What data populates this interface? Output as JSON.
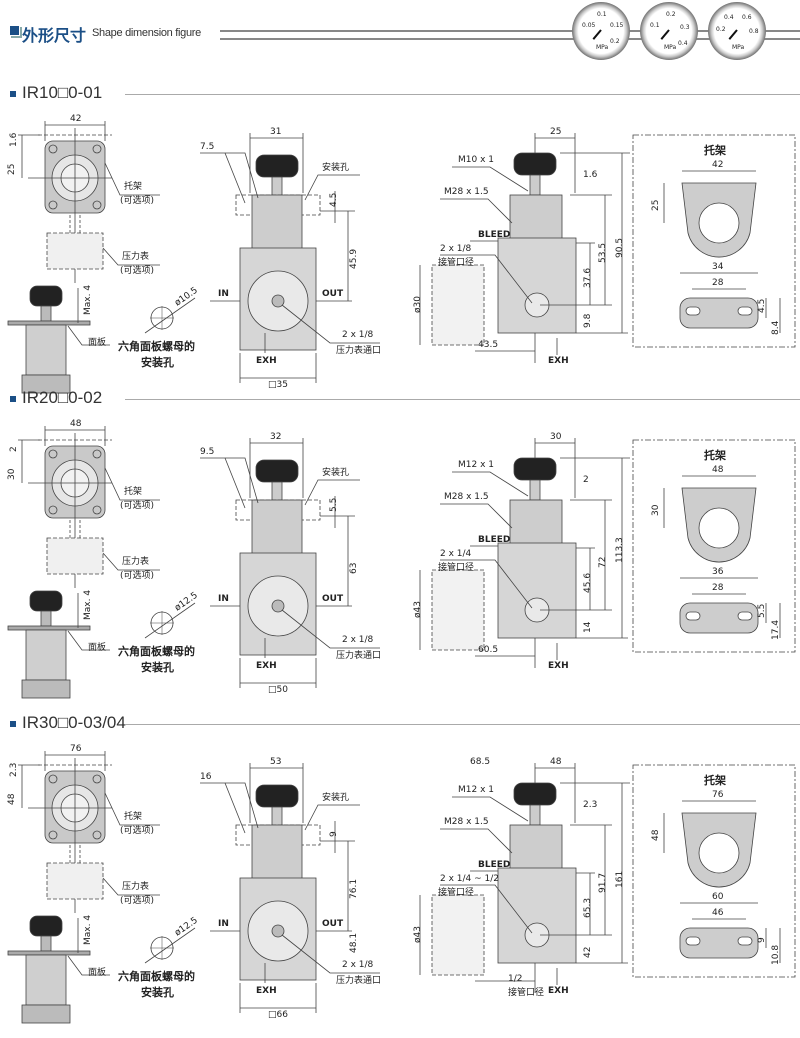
{
  "header": {
    "title_cn": "外形尺寸",
    "title_en": "Shape dimension figure"
  },
  "gauges": [
    {
      "labels": [
        "0.1",
        "0.05",
        "0.15",
        "0.2"
      ],
      "unit": "MPa"
    },
    {
      "labels": [
        "0.2",
        "0.1",
        "0.3",
        "0.4"
      ],
      "unit": "MPa"
    },
    {
      "labels": [
        "0.4",
        "0.6",
        "0.2",
        "0.8"
      ],
      "unit": "MPa"
    }
  ],
  "sections": [
    {
      "title": "IR10□0-01",
      "top": {
        "w": "42",
        "h1": "1.6",
        "h2": "25",
        "bracket": "托架",
        "bracket_opt": "(可选项)",
        "gauge": "压力表",
        "gauge_opt": "(可选项)"
      },
      "panel": {
        "max": "Max. 4",
        "plate": "面板"
      },
      "hole": {
        "dia": "ø10.5",
        "label1": "六角面板螺母的",
        "label2": "安装孔"
      },
      "front": {
        "w": "31",
        "a": "7.5",
        "hole": "安装孔",
        "b": "4.5",
        "h": "45.9",
        "in": "IN",
        "out": "OUT",
        "exh": "EXH",
        "port": "2 x 1/8",
        "port_label": "压力表通口",
        "sq": "□35"
      },
      "side": {
        "thread1": "M10 x 1",
        "w": "25",
        "gap": "1.6",
        "thread2": "M28 x 1.5",
        "bleed": "BLEED",
        "port": "2 x 1/8",
        "port_label": "接管口径",
        "gauge": "ø30",
        "h3": "90.5",
        "h2": "53.5",
        "h1": "37.6",
        "b": "9.8",
        "off": "43.5",
        "exh": "EXH"
      },
      "bracket": {
        "title": "托架",
        "w": "42",
        "h": "25",
        "w2": "34",
        "w3": "28",
        "h2": "4.5",
        "h3": "8.4"
      }
    },
    {
      "title": "IR20□0-02",
      "top": {
        "w": "48",
        "h1": "2",
        "h2": "30",
        "bracket": "托架",
        "bracket_opt": "(可选项)",
        "gauge": "压力表",
        "gauge_opt": "(可选项)"
      },
      "panel": {
        "max": "Max. 4",
        "plate": "面板"
      },
      "hole": {
        "dia": "ø12.5",
        "label1": "六角面板螺母的",
        "label2": "安装孔"
      },
      "front": {
        "w": "32",
        "a": "9.5",
        "hole": "安装孔",
        "b": "5.5",
        "h": "63",
        "in": "IN",
        "out": "OUT",
        "exh": "EXH",
        "port": "2 x 1/8",
        "port_label": "压力表通口",
        "sq": "□50"
      },
      "side": {
        "thread1": "M12 x 1",
        "w": "30",
        "gap": "2",
        "thread2": "M28 x 1.5",
        "bleed": "BLEED",
        "port": "2 x 1/4",
        "port_label": "接管口径",
        "gauge": "ø43",
        "h3": "113.3",
        "h2": "72",
        "h1": "45.6",
        "b": "14",
        "off": "60.5",
        "exh": "EXH"
      },
      "bracket": {
        "title": "托架",
        "w": "48",
        "h": "30",
        "w2": "36",
        "w3": "28",
        "h2": "5.5",
        "h3": "17.4"
      }
    },
    {
      "title": "IR30□0-03/04",
      "top": {
        "w": "76",
        "h1": "2.3",
        "h2": "48",
        "bracket": "托架",
        "bracket_opt": "(可选项)",
        "gauge": "压力表",
        "gauge_opt": "(可选项)"
      },
      "panel": {
        "max": "Max. 4",
        "plate": "面板"
      },
      "hole": {
        "dia": "ø12.5",
        "label1": "六角面板螺母的",
        "label2": "安装孔"
      },
      "front": {
        "w": "53",
        "a": "16",
        "hole": "安装孔",
        "b": "9",
        "h": "76.1",
        "h2": "48.1",
        "in": "IN",
        "out": "OUT",
        "exh": "EXH",
        "port": "2 x 1/8",
        "port_label": "压力表通口",
        "sq": "□66"
      },
      "side": {
        "thread1": "M12 x 1",
        "w": "48",
        "w_left": "68.5",
        "gap": "2.3",
        "thread2": "M28 x 1.5",
        "bleed": "BLEED",
        "port": "2 x 1/4 ~ 1/2",
        "port_label": "接管口径",
        "port2": "1/2",
        "port2_label": "接管口径",
        "gauge": "ø43",
        "h3": "161",
        "h2": "91.7",
        "h1": "65.3",
        "b": "42",
        "exh": "EXH"
      },
      "bracket": {
        "title": "托架",
        "w": "76",
        "h": "48",
        "w2": "60",
        "w3": "46",
        "h2": "9",
        "h3": "10.8"
      }
    }
  ]
}
